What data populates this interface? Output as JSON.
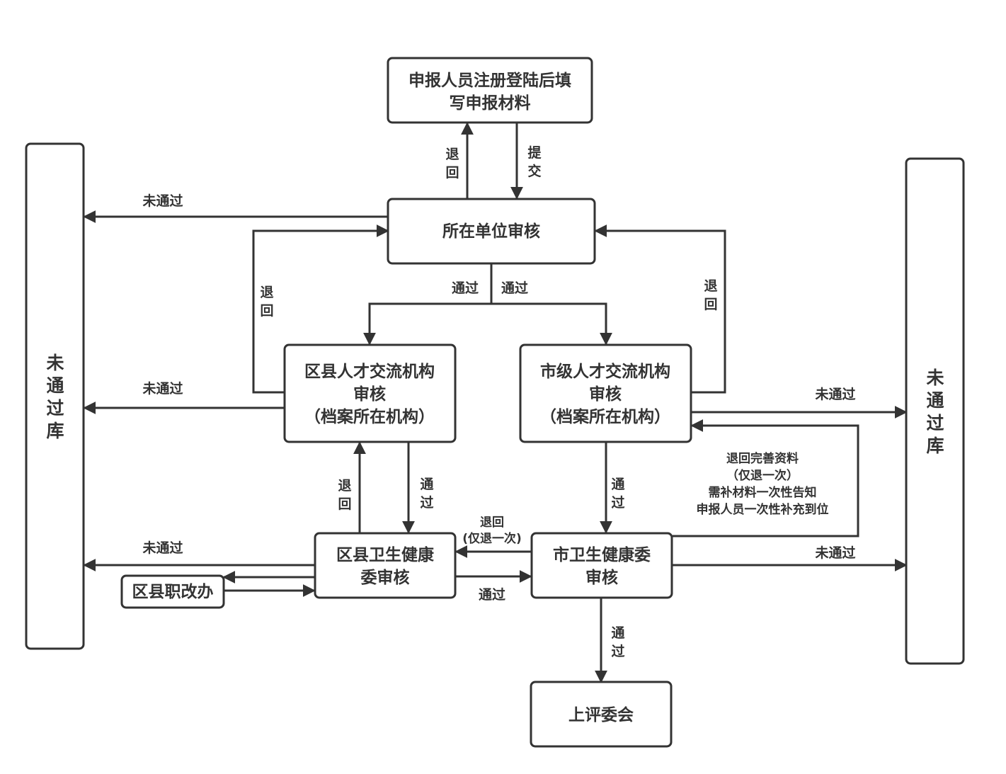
{
  "nodes": {
    "apply": {
      "lines": [
        "申报人员注册登陆后填",
        "写申报材料"
      ]
    },
    "unit_review": {
      "lines": [
        "所在单位审核"
      ]
    },
    "district_talent": {
      "lines": [
        "区县人才交流机构",
        "审核",
        "（档案所在机构）"
      ]
    },
    "city_talent": {
      "lines": [
        "市级人才交流机构",
        "审核",
        "（档案所在机构）"
      ]
    },
    "district_health": {
      "lines": [
        "区县卫生健康",
        "委审核"
      ]
    },
    "city_health": {
      "lines": [
        "市卫生健康委",
        "审核"
      ]
    },
    "district_title_office": {
      "lines": [
        "区县职改办"
      ]
    },
    "committee": {
      "lines": [
        "上评委会"
      ]
    },
    "reject_pool_left": {
      "chars": [
        "未",
        "通",
        "过",
        "库"
      ]
    },
    "reject_pool_right": {
      "chars": [
        "未",
        "通",
        "过",
        "库"
      ]
    }
  },
  "labels": {
    "return_top": [
      "退",
      "回"
    ],
    "submit": [
      "提",
      "交"
    ],
    "fail_unit": "未通过",
    "pass_left": "通过",
    "pass_right": "通过",
    "return_left_loop": [
      "退",
      "回"
    ],
    "return_right_loop": [
      "退",
      "回"
    ],
    "fail_district_talent": "未通过",
    "fail_city_talent": "未通过",
    "return_district_health": [
      "退",
      "回"
    ],
    "pass_district_talent": [
      "通",
      "过"
    ],
    "pass_city_talent": [
      "通",
      "过"
    ],
    "return_supplement": [
      "退回完善资料",
      "（仅退一次）",
      "需补材料一次性告知",
      "申报人员一次性补充到位"
    ],
    "return_once": [
      "退回",
      "(仅退一次)"
    ],
    "pass_district_health": "通过",
    "fail_district_health": "未通过",
    "fail_city_health": "未通过",
    "pass_city_health": [
      "通",
      "过"
    ]
  }
}
